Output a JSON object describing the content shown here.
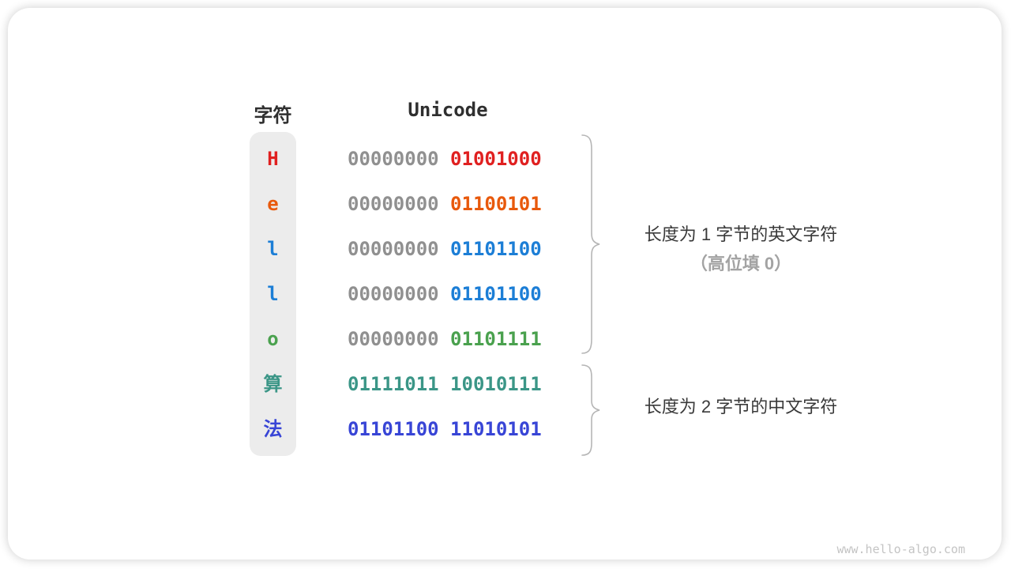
{
  "header": {
    "char_label": "字符",
    "unicode_label": "Unicode"
  },
  "rows": [
    {
      "char": "H",
      "color": "#e02020",
      "byte1": "00000000",
      "byte1_color": "#909090",
      "byte2": "01001000",
      "byte2_color": "#e02020"
    },
    {
      "char": "e",
      "color": "#e8590c",
      "byte1": "00000000",
      "byte1_color": "#909090",
      "byte2": "01100101",
      "byte2_color": "#e8590c"
    },
    {
      "char": "l",
      "color": "#1c7ed6",
      "byte1": "00000000",
      "byte1_color": "#909090",
      "byte2": "01101100",
      "byte2_color": "#1c7ed6"
    },
    {
      "char": "l",
      "color": "#1c7ed6",
      "byte1": "00000000",
      "byte1_color": "#909090",
      "byte2": "01101100",
      "byte2_color": "#1c7ed6"
    },
    {
      "char": "o",
      "color": "#4aa14e",
      "byte1": "00000000",
      "byte1_color": "#909090",
      "byte2": "01101111",
      "byte2_color": "#4aa14e"
    },
    {
      "char": "算",
      "color": "#3b9687",
      "byte1": "01111011",
      "byte1_color": "#3b9687",
      "byte2": "10010111",
      "byte2_color": "#3b9687"
    },
    {
      "char": "法",
      "color": "#3845d6",
      "byte1": "01101100",
      "byte1_color": "#3845d6",
      "byte2": "11010101",
      "byte2_color": "#3845d6"
    }
  ],
  "annotations": {
    "group1_line1": "长度为 1 字节的英文字符",
    "group1_line2": "（高位填 0）",
    "group2_line1": "长度为 2 字节的中文字符"
  },
  "colors": {
    "leading_zero_gray": "#909090",
    "brace_gray": "#b5b5b5",
    "column_background": "#ececec",
    "annotation_dark": "#3a3a3a",
    "annotation_gray": "#a3a3a3"
  },
  "watermark": "www.hello-algo.com"
}
